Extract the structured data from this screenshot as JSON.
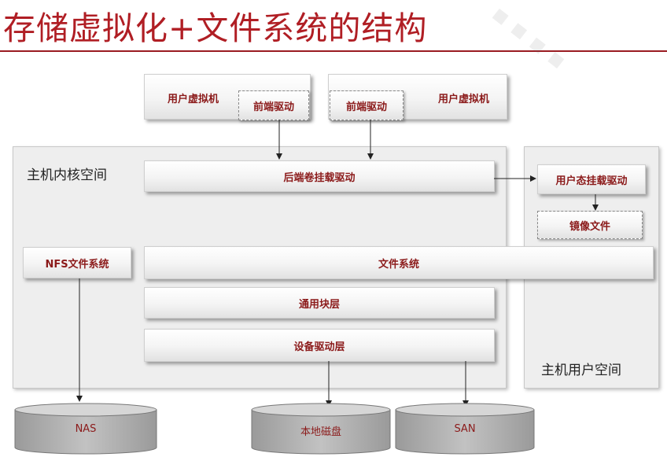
{
  "title": "存储虚拟化+文件系统的结构",
  "kernel_space": {
    "label": "主机内核空间"
  },
  "user_space": {
    "label": "主机用户空间"
  },
  "vm_left": {
    "label": "用户虚拟机",
    "driver": "前端驱动"
  },
  "vm_right": {
    "label": "用户虚拟机",
    "driver": "前端驱动"
  },
  "boxes": {
    "backend": "后端卷挂载驱动",
    "user_mount": "用户态挂载驱动",
    "image_file": "镜像文件",
    "nfs": "NFS文件系统",
    "fs": "文件系统",
    "block": "通用块层",
    "device": "设备驱动层"
  },
  "disks": {
    "nas": "NAS",
    "local": "本地磁盘",
    "san": "SAN"
  },
  "colors": {
    "title": "#b01e24",
    "box_text": "#8b1a1a",
    "rule": "#9a1c22"
  }
}
